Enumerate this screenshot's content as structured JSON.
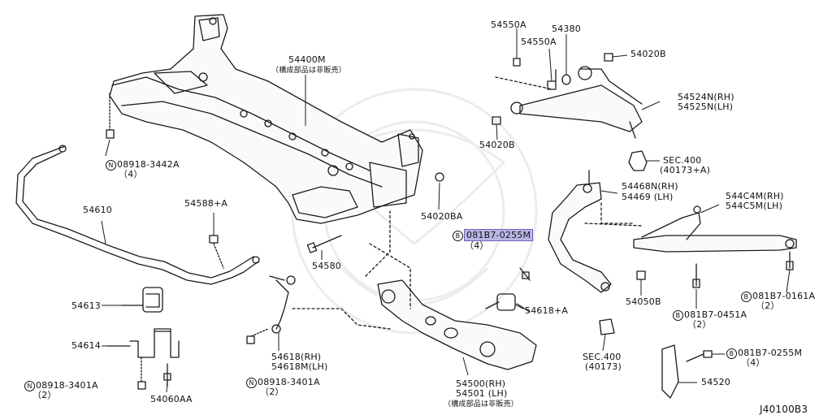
{
  "diagram_id": "J40100B3",
  "parts": {
    "p54400M": "54400M",
    "p54400M_note": "（構成部品は非販売）",
    "p08918_3442A": "08918-3442A",
    "p08918_3442A_qty": "（4）",
    "p54610": "54610",
    "p54588A": "54588+A",
    "p54580": "54580",
    "p54020BA": "54020BA",
    "p54613": "54613",
    "p54614": "54614",
    "p08918_3401A_left": "08918-3401A",
    "p08918_3401A_left_qty": "（2）",
    "p54060AA": "54060AA",
    "p54618_rh": "54618(RH)",
    "p54618M_lh": "54618M(LH)",
    "p08918_3401A_mid": "08918-3401A",
    "p08918_3401A_mid_qty": "（2）",
    "p081B7_0255M_hl": "081B7-0255M",
    "p081B7_0255M_hl_qty": "（4）",
    "p54618A": "54618+A",
    "p54500_rh": "54500(RH)",
    "p54501_lh": "54501 (LH)",
    "p54500_note": "（構成部品は非販売）",
    "p54550A_1": "54550A",
    "p54550A_2": "54550A",
    "p54380": "54380",
    "p54020B_top": "54020B",
    "p54524N": "54524N(RH)",
    "p54525N": "54525N(LH)",
    "p54020B_left": "54020B",
    "sec400_1": "SEC.400",
    "sec400_1_ref": "(40173+A)",
    "p54468N": "54468N(RH)",
    "p54469": "54469 (LH)",
    "p544C4M": "544C4M(RH)",
    "p544C5M": "544C5M(LH)",
    "p54050B": "54050B",
    "p081B7_0451A": "081B7-0451A",
    "p081B7_0451A_qty": "（2）",
    "p081B7_0161A": "081B7-0161A",
    "p081B7_0161A_qty": "（2）",
    "sec400_2": "SEC.400",
    "sec400_2_ref": "(40173)",
    "p081B7_0255M_br": "081B7-0255M",
    "p081B7_0255M_br_qty": "（4）",
    "p54520": "54520"
  },
  "symbols": {
    "n": "N",
    "b": "B"
  },
  "colors": {
    "line": "#1a1a1a",
    "highlight": "#b9b6e6",
    "watermark": "#ececec"
  }
}
